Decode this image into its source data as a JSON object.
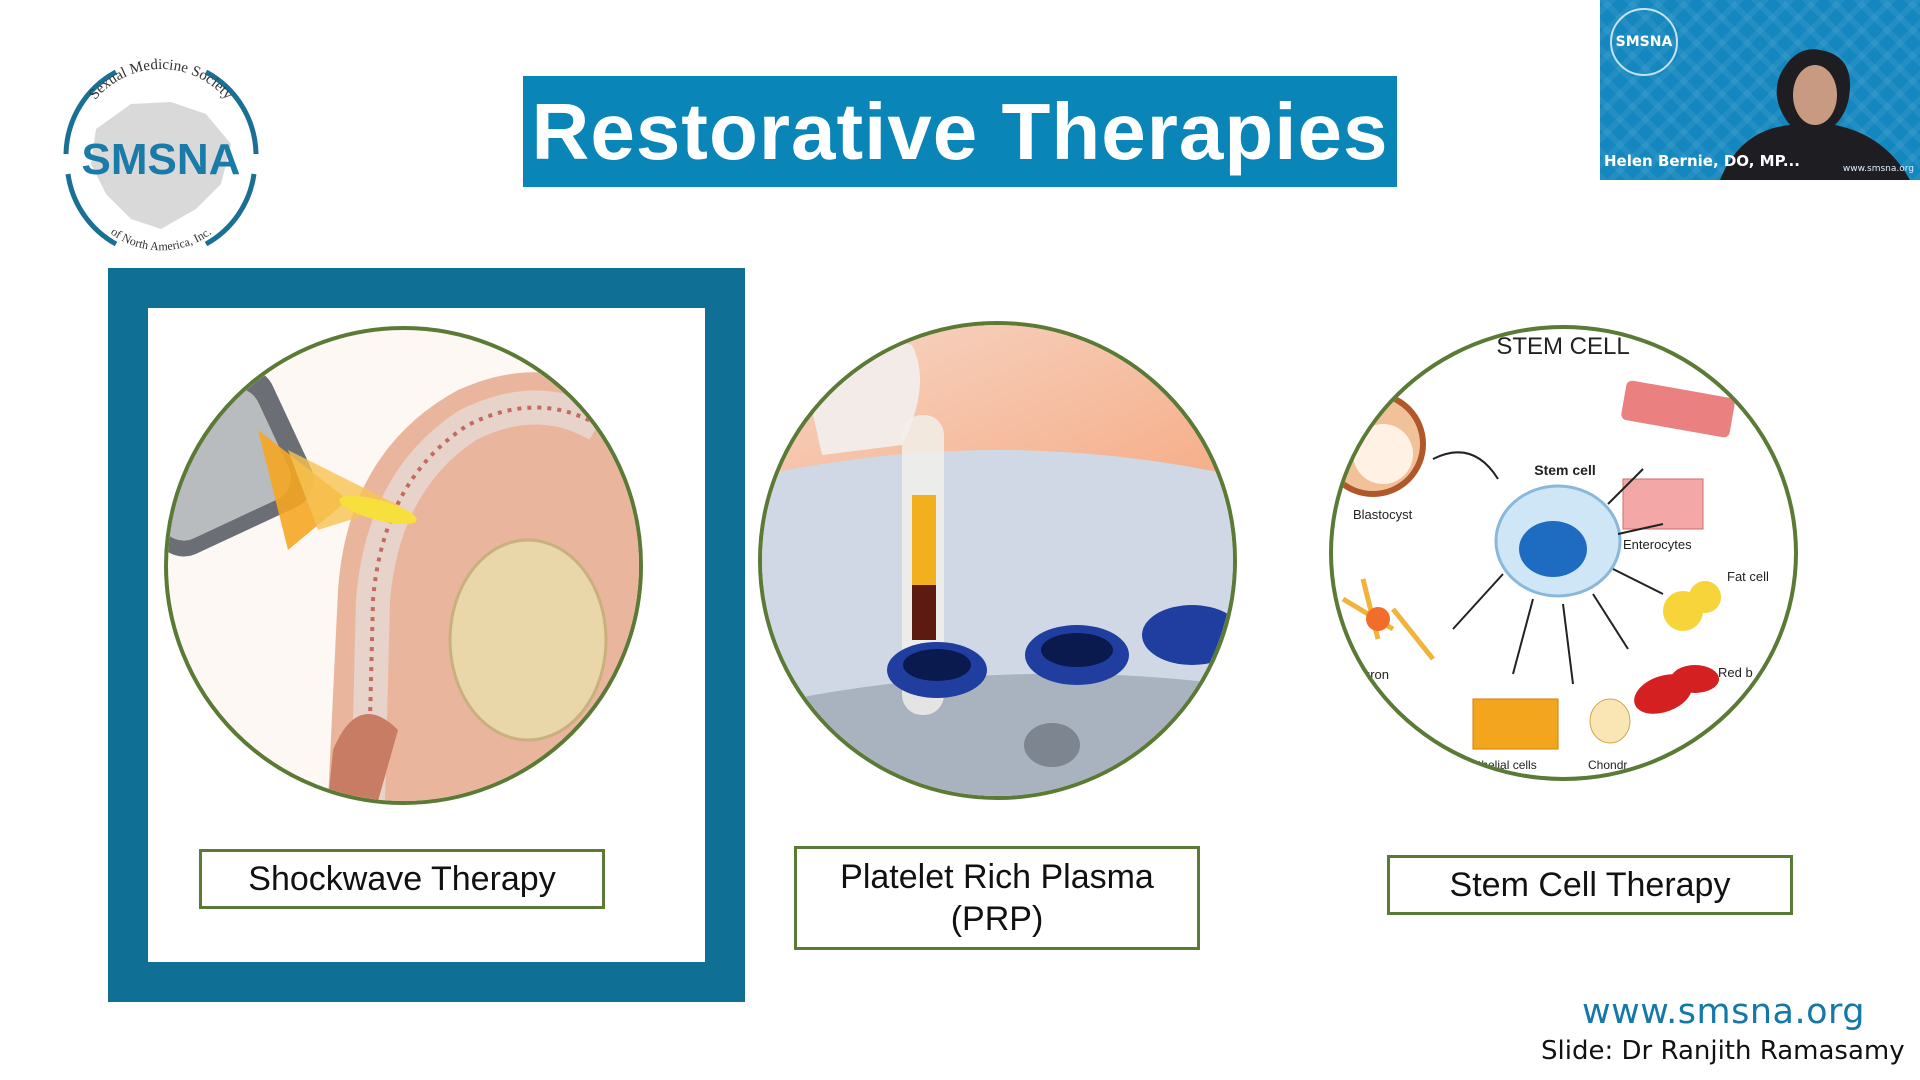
{
  "logo": {
    "arc_top": "Sexual Medicine Society",
    "acronym": "SMSNA",
    "arc_bottom": "of North America, Inc."
  },
  "title": "Restorative Therapies",
  "video": {
    "logo_text": "SMSNA",
    "participant_name": "Helen Bernie, DO, MP...",
    "watermark": "www.smsna.org"
  },
  "panels": [
    {
      "label": "Shockwave Therapy",
      "selected": true
    },
    {
      "label_line1": "Platelet Rich Plasma",
      "label_line2": "(PRP)",
      "selected": false
    },
    {
      "label": "Stem Cell Therapy",
      "selected": false,
      "image_labels": {
        "heading": "STEM CELL",
        "center": "Stem cell",
        "blastocyst": "Blastocyst",
        "enterocytes": "Enterocytes",
        "fat": "Fat cell",
        "red": "Red b",
        "neuron": "uron",
        "epithelial": "thelial cells",
        "chondro": "Chondr"
      }
    }
  ],
  "footer": {
    "website": "www.smsna.org",
    "credit": "Slide: Dr Ranjith Ramasamy"
  },
  "colors": {
    "title_bg": "#0a85b8",
    "frame": "#0f6f95",
    "circle_border": "#5a7a35",
    "website_text": "#1478a8"
  }
}
